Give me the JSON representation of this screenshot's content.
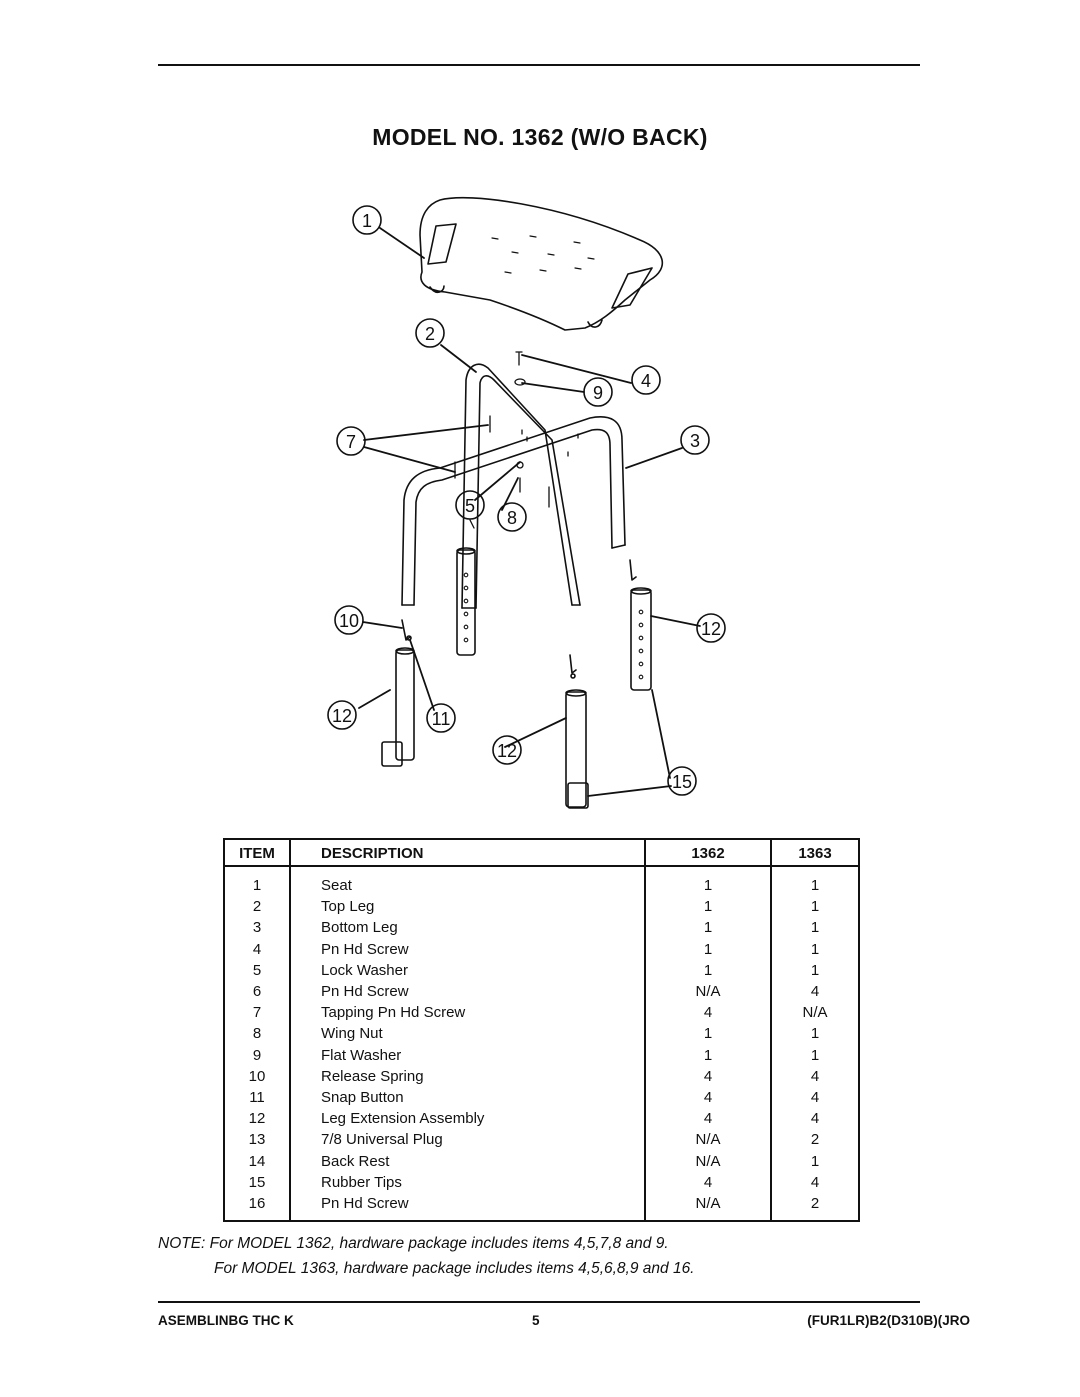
{
  "title": "MODEL NO. 1362 (W/O BACK)",
  "callouts": {
    "c1": "1",
    "c2": "2",
    "c3": "3",
    "c4": "4",
    "c5": "5",
    "c7": "7",
    "c8": "8",
    "c9": "9",
    "c10": "10",
    "c11": "11",
    "c12a": "12",
    "c12b": "12",
    "c12c": "12",
    "c15": "15"
  },
  "table": {
    "headers": [
      "ITEM",
      "DESCRIPTION",
      "1362",
      "1363"
    ],
    "rows": [
      [
        "1",
        "Seat",
        "1",
        "1"
      ],
      [
        "2",
        "Top Leg",
        "1",
        "1"
      ],
      [
        "3",
        "Bottom Leg",
        "1",
        "1"
      ],
      [
        "4",
        "Pn Hd Screw",
        "1",
        "1"
      ],
      [
        "5",
        "Lock Washer",
        "1",
        "1"
      ],
      [
        "6",
        "Pn Hd Screw",
        "N/A",
        "4"
      ],
      [
        "7",
        "Tapping Pn Hd Screw",
        "4",
        "N/A"
      ],
      [
        "8",
        "Wing Nut",
        "1",
        "1"
      ],
      [
        "9",
        "Flat Washer",
        "1",
        "1"
      ],
      [
        "10",
        "Release  Spring",
        "4",
        "4"
      ],
      [
        "11",
        "Snap Button",
        "4",
        "4"
      ],
      [
        "12",
        "Leg Extension Assembly",
        "4",
        "4"
      ],
      [
        "13",
        "7/8 Universal Plug",
        "N/A",
        "2"
      ],
      [
        "14",
        "Back Rest",
        "N/A",
        "1"
      ],
      [
        "15",
        "Rubber  Tips",
        "4",
        "4"
      ],
      [
        "16",
        "Pn Hd Screw",
        "N/A",
        "2"
      ]
    ]
  },
  "notes": {
    "line1": "NOTE: For MODEL 1362, hardware package includes items 4,5,7,8 and 9.",
    "line2": "For MODEL 1363, hardware package includes items 4,5,6,8,9 and 16."
  },
  "footer": {
    "left": "ASEMBLINBG THC K",
    "center": "5",
    "right": "(FUR1LR)B2(D310B)(JRO"
  }
}
